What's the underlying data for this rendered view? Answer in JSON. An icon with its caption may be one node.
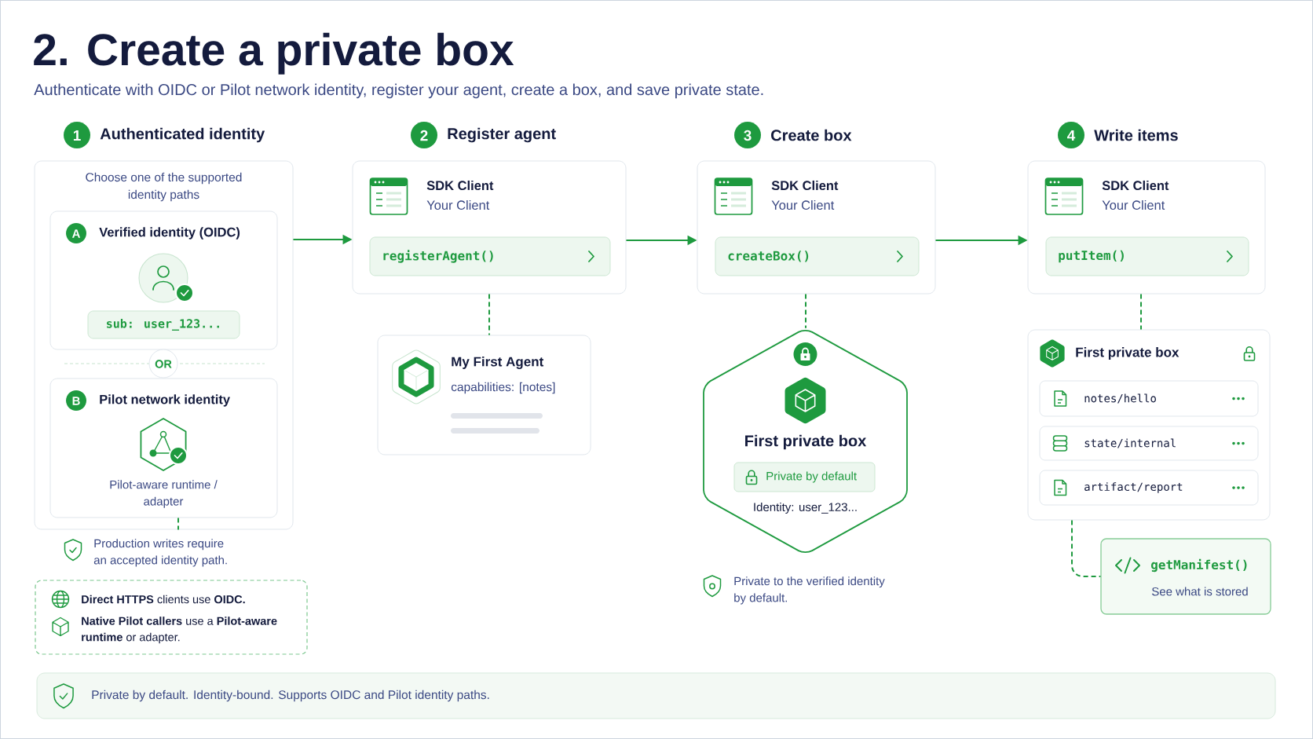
{
  "diagram": {
    "title": "2. Create a private box",
    "nodes": [
      {
        "text": [
          "1"
        ],
        "beside": [
          "Authenticated identity"
        ]
      },
      {
        "text": [
          "Choose one of the supported identity paths"
        ]
      },
      {
        "text": [
          "Verified identity (OIDC)"
        ],
        "in": 1
      },
      {
        "text": [
          "A"
        ],
        "in": 2
      },
      {
        "text": [
          "sub: user_123..."
        ],
        "in": 2
      },
      {
        "text": [
          "OR"
        ],
        "in": 1
      },
      {
        "text": [
          "Pilot network identity",
          "Pilot-aware runtime / adapter"
        ],
        "in": 1
      },
      {
        "text": [
          "B"
        ],
        "in": 6
      },
      {
        "text": [
          "**Direct HTTPS** clients use **OIDC.**",
          "**Native Pilot callers** use a **Pilot-aware runtime** or adapter."
        ]
      },
      {
        "text": [
          "2"
        ],
        "beside": [
          "Register agent"
        ]
      },
      {
        "text": [
          "SDK Client",
          "Your Client"
        ]
      },
      {
        "text": [
          "registerAgent()"
        ],
        "in": 10
      },
      {
        "text": [
          "My First Agent",
          "capabilities: [notes]"
        ]
      },
      {
        "text": [
          "3"
        ],
        "beside": [
          "Create box"
        ]
      },
      {
        "text": [
          "SDK Client",
          "Your Client"
        ]
      },
      {
        "text": [
          "createBox()"
        ],
        "in": 14
      },
      {
        "text": [
          "First private box",
          "Identity: user_123..."
        ]
      },
      {
        "text": [
          "Private by default"
        ],
        "in": 16
      },
      {
        "text": [
          "4"
        ],
        "beside": [
          "Write items"
        ]
      },
      {
        "text": [
          "SDK Client",
          "Your Client"
        ]
      },
      {
        "text": [
          "putItem()"
        ],
        "in": 19
      },
      {
        "text": [
          "First private box"
        ]
      },
      {
        "text": [
          "notes/hello"
        ],
        "in": 21
      },
      {
        "text": [
          "state/internal"
        ],
        "in": 21
      },
      {
        "text": [
          "artifact/report"
        ],
        "in": 21
      },
      {
        "text": [
          "getManifest()",
          "See what is stored"
        ]
      },
      {
        "text": [
          "Private by default. Identity-bound. Supports OIDC and Pilot identity paths."
        ]
      }
    ],
    "edges": [
      {
        "from": 1,
        "to": 10,
        "arrow": "to"
      },
      {
        "from": 10,
        "to": 14,
        "arrow": "to"
      },
      {
        "from": 14,
        "to": 19,
        "arrow": "to"
      },
      {
        "from": 10,
        "to": 12,
        "arrow": "none",
        "style": "dashed"
      },
      {
        "from": 14,
        "to": 16,
        "arrow": "none",
        "style": "dashed"
      },
      {
        "from": 19,
        "to": 21,
        "arrow": "none",
        "style": "dashed"
      },
      {
        "from": 21,
        "to": 25,
        "arrow": "none",
        "style": "dashed"
      },
      {
        "from": 6,
        "to": 1,
        "arrow": "none",
        "style": "dashed"
      }
    ],
    "labels": [
      "Authenticate with OIDC or Pilot network identity, register your agent, create a box, and save private state.",
      "Production writes require an accepted identity path.",
      "Private to the verified identity by default."
    ]
  }
}
